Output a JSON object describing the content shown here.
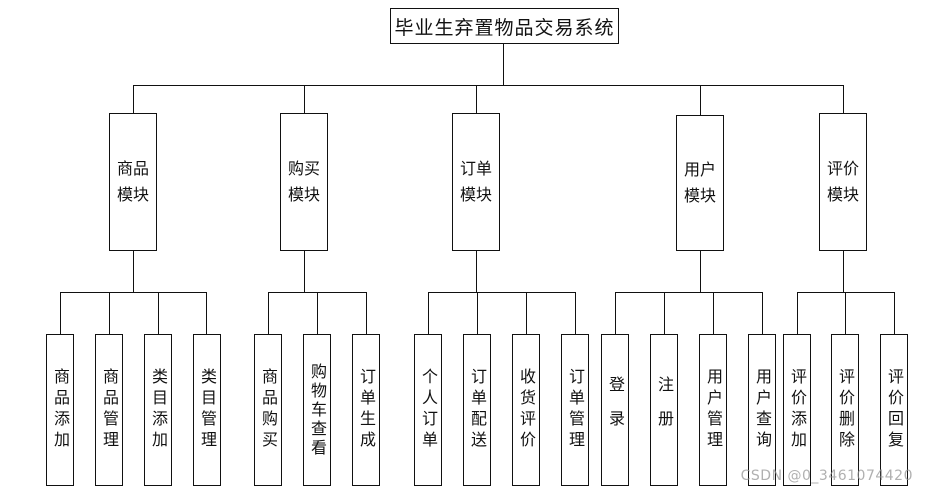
{
  "diagram": {
    "root": "毕业生弃置物品交易系统",
    "modules": [
      {
        "label": "商品模块",
        "children": [
          "商品添加",
          "商品管理",
          "类目添加",
          "类目管理"
        ]
      },
      {
        "label": "购买模块",
        "children": [
          "商品购买",
          "购物车查看",
          "订单生成"
        ]
      },
      {
        "label": "订单模块",
        "children": [
          "个人订单",
          "订单配送",
          "收货评价",
          "订单管理"
        ]
      },
      {
        "label": "用户模块",
        "children": [
          "登录",
          "注册",
          "用户管理",
          "用户查询"
        ]
      },
      {
        "label": "评价模块",
        "children": [
          "评价添加",
          "评价删除",
          "评价回复"
        ]
      }
    ]
  },
  "watermark": "CSDN @0_3461074420"
}
